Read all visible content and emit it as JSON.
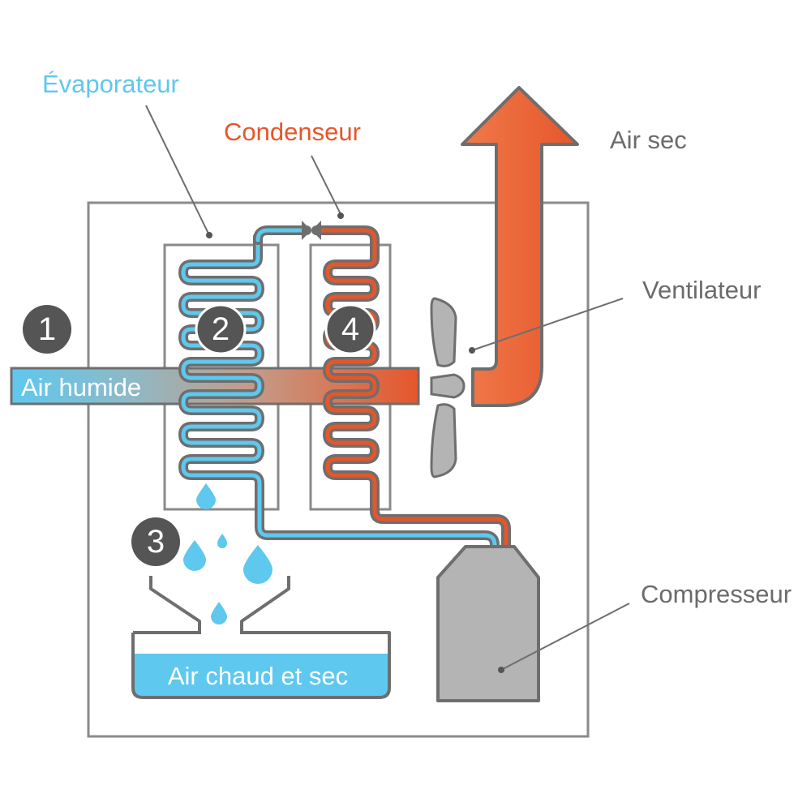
{
  "labels": {
    "evaporator": "Évaporateur",
    "condenser": "Condenseur",
    "dry_air": "Air sec",
    "fan": "Ventilateur",
    "compressor": "Compresseur",
    "humid_air": "Air humide",
    "tank": "Air chaud et sec"
  },
  "steps": [
    "1",
    "2",
    "3",
    "4"
  ],
  "colors": {
    "cold": "#5ec8ef",
    "hot": "#e6562b",
    "outline": "#6e6e6e",
    "frame": "#8a8a8a",
    "grey_fill": "#b4b4b4",
    "text": "#6b6b6b",
    "badge": "#555555",
    "water": "#5ec8ef"
  },
  "icons": {
    "valve": "expansion-valve-icon",
    "droplet": "water-droplet-icon",
    "fan": "fan-blade-icon"
  }
}
